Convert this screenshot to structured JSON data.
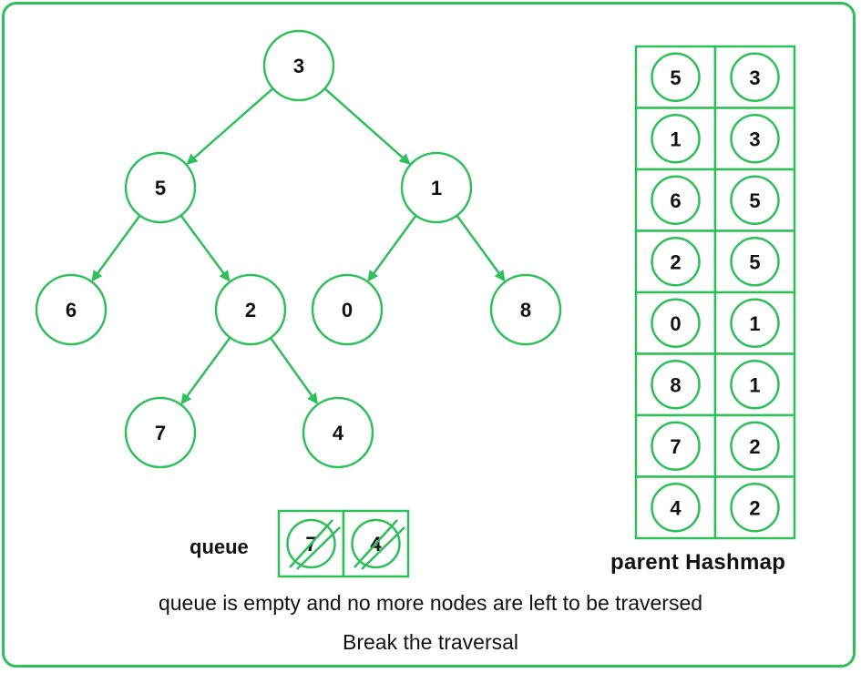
{
  "tree": {
    "nodes": [
      {
        "id": "n3",
        "label": "3"
      },
      {
        "id": "n5",
        "label": "5"
      },
      {
        "id": "n1",
        "label": "1"
      },
      {
        "id": "n6",
        "label": "6"
      },
      {
        "id": "n2",
        "label": "2"
      },
      {
        "id": "n0",
        "label": "0"
      },
      {
        "id": "n8",
        "label": "8"
      },
      {
        "id": "n7",
        "label": "7"
      },
      {
        "id": "n4",
        "label": "4"
      }
    ],
    "edges": [
      {
        "from": "n3",
        "to": "n5"
      },
      {
        "from": "n3",
        "to": "n1"
      },
      {
        "from": "n5",
        "to": "n6"
      },
      {
        "from": "n5",
        "to": "n2"
      },
      {
        "from": "n1",
        "to": "n0"
      },
      {
        "from": "n1",
        "to": "n8"
      },
      {
        "from": "n2",
        "to": "n7"
      },
      {
        "from": "n2",
        "to": "n4"
      }
    ]
  },
  "queue": {
    "label": "queue",
    "items": [
      {
        "value": "7",
        "removed": true
      },
      {
        "value": "4",
        "removed": true
      }
    ]
  },
  "hashmap": {
    "label": "parent Hashmap",
    "rows": [
      {
        "key": "5",
        "parent": "3"
      },
      {
        "key": "1",
        "parent": "3"
      },
      {
        "key": "6",
        "parent": "5"
      },
      {
        "key": "2",
        "parent": "5"
      },
      {
        "key": "0",
        "parent": "1"
      },
      {
        "key": "8",
        "parent": "1"
      },
      {
        "key": "7",
        "parent": "2"
      },
      {
        "key": "4",
        "parent": "2"
      }
    ]
  },
  "captions": {
    "line1": "queue is empty and no more nodes are left to be traversed",
    "line2": "Break the traversal"
  },
  "colors": {
    "accent": "#2fbf5a",
    "text": "#111111",
    "background": "#ffffff"
  }
}
